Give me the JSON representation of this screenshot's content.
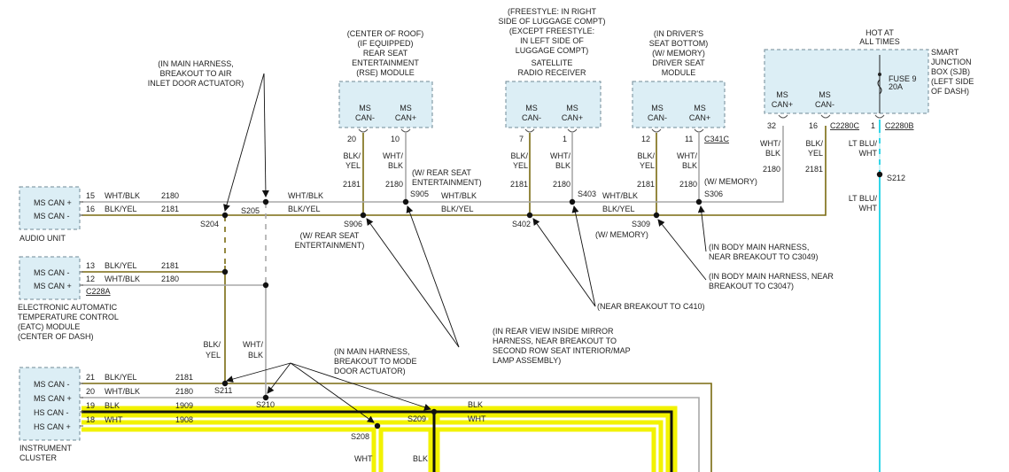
{
  "diagram": {
    "colors": {
      "olive_wire": "#7a6a10",
      "gray_wire": "#a8a8a8",
      "highlight": "#f2f200",
      "black_wire": "#111111",
      "cyan_wire": "#33d6e8",
      "module_fill": "#dceef5"
    },
    "audio_unit": {
      "label": "AUDIO UNIT",
      "pins": [
        {
          "label": "MS CAN +",
          "pin": "15",
          "color": "WHT/BLK",
          "circuit": "2180"
        },
        {
          "label": "MS CAN -",
          "pin": "16",
          "color": "BLK/YEL",
          "circuit": "2181"
        }
      ]
    },
    "eatc": {
      "label_lines": [
        "ELECTRONIC AUTOMATIC",
        "TEMPERATURE CONTROL",
        "(EATC) MODULE",
        "(CENTER OF DASH)"
      ],
      "connector": "C228A",
      "pins": [
        {
          "label": "MS CAN -",
          "pin": "13",
          "color": "BLK/YEL",
          "circuit": "2181"
        },
        {
          "label": "MS CAN +",
          "pin": "12",
          "color": "WHT/BLK",
          "circuit": "2180"
        }
      ]
    },
    "cluster": {
      "label_lines": [
        "INSTRUMENT",
        "CLUSTER"
      ],
      "pins": [
        {
          "label": "MS CAN -",
          "pin": "21",
          "color": "BLK/YEL",
          "circuit": "2181"
        },
        {
          "label": "MS CAN +",
          "pin": "20",
          "color": "WHT/BLK",
          "circuit": "2180"
        },
        {
          "label": "HS CAN -",
          "pin": "19",
          "color": "BLK",
          "circuit": "1909"
        },
        {
          "label": "HS CAN +",
          "pin": "18",
          "color": "WHT",
          "circuit": "1908"
        }
      ]
    },
    "rse": {
      "title_lines": [
        "(CENTER OF ROOF)",
        "(IF EQUIPPED)",
        "REAR SEAT",
        "ENTERTAINMENT",
        "(RSE) MODULE"
      ],
      "pin_neg_label": [
        "MS",
        "CAN-"
      ],
      "pin_pos_label": [
        "MS",
        "CAN+"
      ],
      "pin_neg": "20",
      "pin_pos": "10",
      "neg_color": [
        "BLK/",
        "YEL"
      ],
      "pos_color": [
        "WHT/",
        "BLK"
      ],
      "neg_circuit": "2181",
      "pos_circuit": "2180"
    },
    "satellite": {
      "title_lines": [
        "(FREESTYLE: IN RIGHT",
        "SIDE OF LUGGAGE COMPT)",
        "(EXCEPT FREESTYLE:",
        "IN LEFT SIDE OF",
        "LUGGAGE COMPT)",
        "SATELLITE",
        "RADIO RECEIVER"
      ],
      "pin_neg_label": [
        "MS",
        "CAN-"
      ],
      "pin_pos_label": [
        "MS",
        "CAN+"
      ],
      "pin_neg": "7",
      "pin_pos": "1",
      "neg_color": [
        "BLK/",
        "YEL"
      ],
      "pos_color": [
        "WHT/",
        "BLK"
      ],
      "neg_circuit": "2181",
      "pos_circuit": "2180"
    },
    "driver_seat": {
      "title_lines": [
        "(IN DRIVER'S",
        "SEAT BOTTOM)",
        "(W/ MEMORY)",
        "DRIVER SEAT",
        "MODULE"
      ],
      "pin_neg_label": [
        "MS",
        "CAN-"
      ],
      "pin_pos_label": [
        "MS",
        "CAN+"
      ],
      "pin_neg": "12",
      "pin_pos": "11",
      "connector": "C341C",
      "neg_color": [
        "BLK/",
        "YEL"
      ],
      "pos_color": [
        "WHT/",
        "BLK"
      ],
      "neg_circuit": "2181",
      "pos_circuit": "2180"
    },
    "sjb": {
      "title_lines": [
        "SMART",
        "JUNCTION",
        "BOX (SJB)",
        "(LEFT SIDE",
        "OF DASH)"
      ],
      "hot_lines": [
        "HOT AT",
        "ALL TIMES"
      ],
      "pin_pos_label": [
        "MS",
        "CAN+"
      ],
      "pin_neg_label": [
        "MS",
        "CAN-"
      ],
      "fuse_lines": [
        "FUSE 9",
        "20A"
      ],
      "pin_pos": "32",
      "pin_neg": "16",
      "pin_fuse": "1",
      "connector_1": "C2280C",
      "connector_2": "C2280B",
      "pos_color": [
        "WHT/",
        "BLK"
      ],
      "neg_color": [
        "BLK/",
        "YEL"
      ],
      "pos_circuit": "2180",
      "neg_circuit": "2181",
      "fuse_color_1": [
        "LT BLU/",
        "WHT"
      ],
      "fuse_color_2": [
        "LT BLU/",
        "WHT"
      ],
      "splice": "S212"
    },
    "splices": {
      "s204": "S204",
      "s205": "S205",
      "s906": "S906",
      "s905": "S905",
      "s402": "S402",
      "s403": "S403",
      "s309": "S309",
      "s306": "S306",
      "s211": "S211",
      "s210": "S210",
      "s209": "S209",
      "s208": "S208"
    },
    "wire_labels": {
      "top_wht_blk": "WHT/BLK",
      "top_blk_yel": "BLK/YEL",
      "mid_wht_blk": "WHT/BLK",
      "mid_blk_yel": "BLK/YEL",
      "right_wht_blk": "WHT/BLK",
      "right_blk_yel": "BLK/YEL",
      "vert_blk_yel": [
        "BLK/",
        "YEL"
      ],
      "vert_wht_blk": [
        "WHT/",
        "BLK"
      ],
      "hs_blk": "BLK",
      "hs_wht": "WHT",
      "down_wht": "WHT",
      "down_blk": "BLK",
      "circuit_2181": "2181",
      "circuit_2180": "2180"
    },
    "notes": {
      "air_inlet": [
        "(IN MAIN HARNESS,",
        "BREAKOUT TO AIR",
        "INLET DOOR ACTUATOR)"
      ],
      "w_rse_s905": [
        "(W/ REAR SEAT",
        "ENTERTAINMENT)"
      ],
      "w_rse_s906": [
        "(W/ REAR SEAT",
        "ENTERTAINMENT)"
      ],
      "w_memory_s306": "(W/ MEMORY)",
      "w_memory_s309": "(W/ MEMORY)",
      "c3049": [
        "(IN BODY MAIN HARNESS,",
        "NEAR BREAKOUT TO C3049)"
      ],
      "c3047": [
        "(IN BODY MAIN HARNESS, NEAR",
        "BREAKOUT TO C3047)"
      ],
      "c410": "(NEAR BREAKOUT TO C410)",
      "mirror": [
        "(IN REAR VIEW INSIDE MIRROR",
        "HARNESS, NEAR BREAKOUT TO",
        "SECOND ROW SEAT INTERIOR/MAP",
        "LAMP ASSEMBLY)"
      ],
      "mode_door": [
        "(IN MAIN HARNESS,",
        "BREAKOUT TO MODE",
        "DOOR ACTUATOR)"
      ]
    }
  }
}
